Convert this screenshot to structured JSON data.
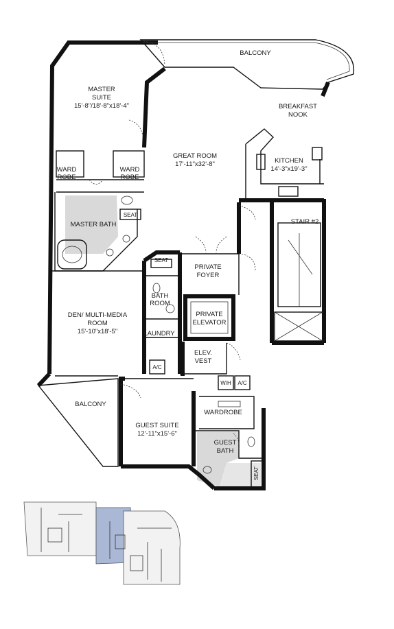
{
  "rooms": {
    "balcony_top": "BALCONY",
    "master_suite": [
      "MASTER",
      "SUITE",
      "15'-8\"/18'-8\"x18'-4\""
    ],
    "breakfast_nook": [
      "BREAKFAST",
      "NOOK"
    ],
    "great_room": [
      "GREAT ROOM",
      "17'-11\"x32'-8\""
    ],
    "kitchen": [
      "KITCHEN",
      "14'-3\"x19'-3\""
    ],
    "ward_robe_left": [
      "WARD",
      "ROBE"
    ],
    "ward_robe_right": [
      "WARD",
      "ROBE"
    ],
    "seat_master": "SEAT",
    "master_bath": "MASTER BATH",
    "stair": "STAIR #2",
    "seat_bath": "SEAT",
    "private_foyer": [
      "PRIVATE",
      "FOYER"
    ],
    "bath_room": [
      "BATH",
      "ROOM"
    ],
    "private_elevator": [
      "PRIVATE",
      "ELEVATOR"
    ],
    "den": [
      "DEN/ MULTI-MEDIA",
      "ROOM",
      "15'-10\"x18'-5\""
    ],
    "laundry": "LAUNDRY",
    "ac_left": "A/C",
    "elev_vest": [
      "ELEV.",
      "VEST"
    ],
    "wh": "W/H",
    "ac_right": "A/C",
    "balcony_left": "BALCONY",
    "wardrobe": "WARDROBE",
    "guest_suite": [
      "GUEST SUITE",
      "12'-11\"x15'-6\""
    ],
    "guest_bath": [
      "GUEST",
      "BATH"
    ],
    "seat_guest": "SEAT"
  },
  "colors": {
    "wall": "#111111",
    "floor_tile": "#d9d9d9",
    "key_plan_highlight": "#aab8d6",
    "key_plan_base": "#f2f2f2"
  }
}
